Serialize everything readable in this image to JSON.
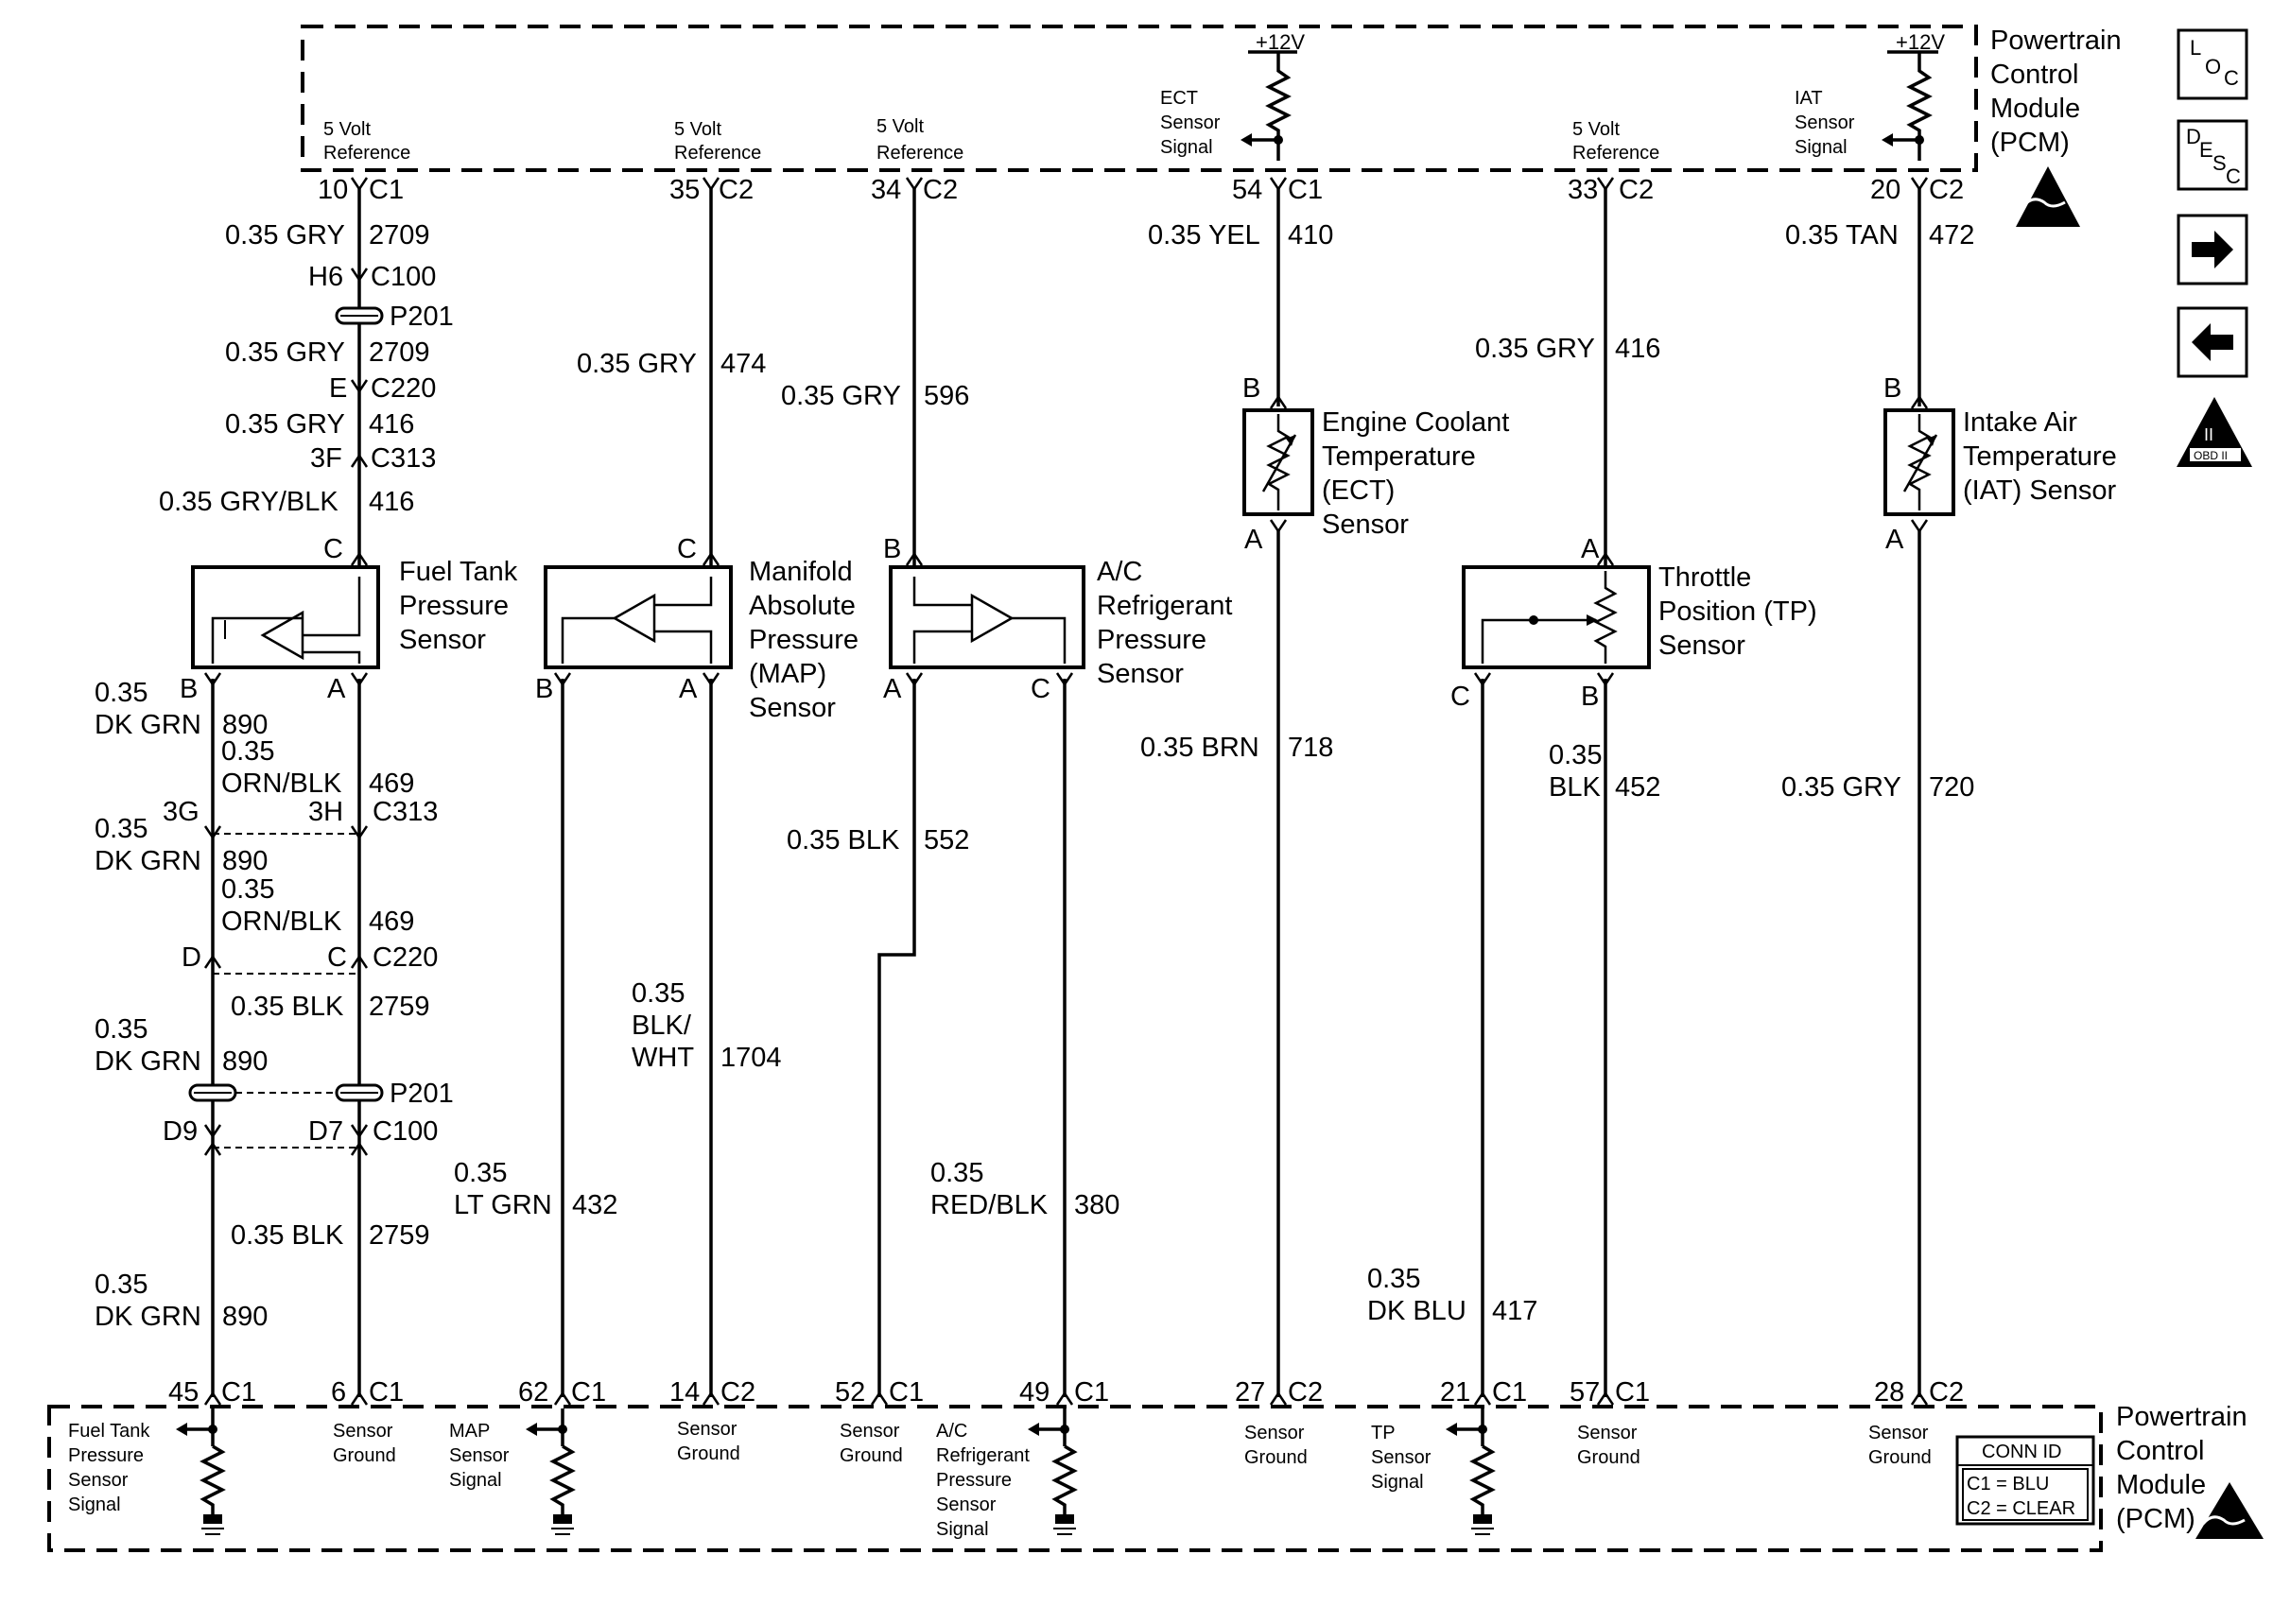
{
  "pcm_label": [
    "Powertrain",
    "Control",
    "Module",
    "(PCM)"
  ],
  "supply": "+12V",
  "top_pins": [
    {
      "ref": [
        "5 Volt",
        "Reference"
      ],
      "pin": "10",
      "conn": "C1"
    },
    {
      "ref": [
        "5 Volt",
        "Reference"
      ],
      "pin": "35",
      "conn": "C2"
    },
    {
      "ref": [
        "5 Volt",
        "Reference"
      ],
      "pin": "34",
      "conn": "C2"
    },
    {
      "ref": [
        "ECT",
        "Sensor",
        "Signal"
      ],
      "pin": "54",
      "conn": "C1"
    },
    {
      "ref": [
        "5 Volt",
        "Reference"
      ],
      "pin": "33",
      "conn": "C2"
    },
    {
      "ref": [
        "IAT",
        "Sensor",
        "Signal"
      ],
      "pin": "20",
      "conn": "C2"
    }
  ],
  "bottom_pins": [
    {
      "label": [
        "Fuel Tank",
        "Pressure",
        "Sensor",
        "Signal"
      ],
      "pin": "45",
      "conn": "C1"
    },
    {
      "label": [
        "Sensor",
        "Ground"
      ],
      "pin": "6",
      "conn": "C1"
    },
    {
      "label": [
        "MAP",
        "Sensor",
        "Signal"
      ],
      "pin": "62",
      "conn": "C1"
    },
    {
      "label": [
        "Sensor",
        "Ground"
      ],
      "pin": "14",
      "conn": "C2"
    },
    {
      "label": [
        "Sensor",
        "Ground"
      ],
      "pin": "52",
      "conn": "C1"
    },
    {
      "label": [
        "A/C",
        "Refrigerant",
        "Pressure",
        "Sensor",
        "Signal"
      ],
      "pin": "49",
      "conn": "C1"
    },
    {
      "label": [
        "Sensor",
        "Ground"
      ],
      "pin": "27",
      "conn": "C2"
    },
    {
      "label": [
        "TP",
        "Sensor",
        "Signal"
      ],
      "pin": "21",
      "conn": "C1"
    },
    {
      "label": [
        "Sensor",
        "Ground"
      ],
      "pin": "57",
      "conn": "C1"
    },
    {
      "label": [
        "Sensor",
        "Ground"
      ],
      "pin": "28",
      "conn": "C2"
    }
  ],
  "sensors": {
    "fuel_tank": {
      "name": [
        "Fuel Tank",
        "Pressure",
        "Sensor"
      ],
      "pins": [
        "C",
        "B",
        "A"
      ]
    },
    "map": {
      "name": [
        "Manifold",
        "Absolute",
        "Pressure",
        "(MAP)",
        "Sensor"
      ],
      "pins": [
        "C",
        "B",
        "A"
      ]
    },
    "ac": {
      "name": [
        "A/C",
        "Refrigerant",
        "Pressure",
        "Sensor"
      ],
      "pins": [
        "B",
        "A",
        "C"
      ]
    },
    "ect": {
      "name": [
        "Engine Coolant",
        "Temperature",
        "(ECT)",
        "Sensor"
      ],
      "pins": [
        "B",
        "A"
      ]
    },
    "tp": {
      "name": [
        "Throttle",
        "Position (TP)",
        "Sensor"
      ],
      "pins": [
        "A",
        "C",
        "B"
      ]
    },
    "iat": {
      "name": [
        "Intake Air",
        "Temperature",
        "(IAT) Sensor"
      ],
      "pins": [
        "B",
        "A"
      ]
    }
  },
  "wires": [
    {
      "id": "w-2709-a",
      "lines": [
        "0.35 GRY",
        "2709"
      ]
    },
    {
      "id": "w-2709-b",
      "lines": [
        "0.35 GRY",
        "2709"
      ]
    },
    {
      "id": "w-416-a",
      "lines": [
        "0.35 GRY",
        "416"
      ]
    },
    {
      "id": "w-416-b",
      "lines": [
        "0.35 GRY/BLK",
        "416"
      ]
    },
    {
      "id": "w-474",
      "lines": [
        "0.35 GRY",
        "474"
      ]
    },
    {
      "id": "w-596",
      "lines": [
        "0.35 GRY",
        "596"
      ]
    },
    {
      "id": "w-410",
      "lines": [
        "0.35 YEL",
        "410"
      ]
    },
    {
      "id": "w-416-c",
      "lines": [
        "0.35 GRY",
        "416"
      ]
    },
    {
      "id": "w-472",
      "lines": [
        "0.35 TAN",
        "472"
      ]
    },
    {
      "id": "w-890-a",
      "lines": [
        "0.35",
        "DK GRN",
        "890"
      ]
    },
    {
      "id": "w-469-a",
      "lines": [
        "0.35",
        "ORN/BLK",
        "469"
      ]
    },
    {
      "id": "w-890-b",
      "lines": [
        "0.35",
        "DK GRN",
        "890"
      ]
    },
    {
      "id": "w-469-b",
      "lines": [
        "0.35",
        "ORN/BLK",
        "469"
      ]
    },
    {
      "id": "w-2759-a",
      "lines": [
        "0.35 BLK",
        "2759"
      ]
    },
    {
      "id": "w-890-c",
      "lines": [
        "0.35",
        "DK GRN",
        "890"
      ]
    },
    {
      "id": "w-2759-b",
      "lines": [
        "0.35 BLK",
        "2759"
      ]
    },
    {
      "id": "w-890-d",
      "lines": [
        "0.35",
        "DK GRN",
        "890"
      ]
    },
    {
      "id": "w-432",
      "lines": [
        "0.35",
        "LT GRN",
        "432"
      ]
    },
    {
      "id": "w-1704",
      "lines": [
        "0.35",
        "BLK/",
        "WHT",
        "1704"
      ]
    },
    {
      "id": "w-552",
      "lines": [
        "0.35 BLK",
        "552"
      ]
    },
    {
      "id": "w-380",
      "lines": [
        "0.35",
        "RED/BLK",
        "380"
      ]
    },
    {
      "id": "w-718",
      "lines": [
        "0.35 BRN",
        "718"
      ]
    },
    {
      "id": "w-417",
      "lines": [
        "0.35",
        "DK BLU",
        "417"
      ]
    },
    {
      "id": "w-452",
      "lines": [
        "0.35",
        "BLK",
        "452"
      ]
    },
    {
      "id": "w-720",
      "lines": [
        "0.35 GRY",
        "720"
      ]
    }
  ],
  "connectors": {
    "h6": "H6",
    "c100": "C100",
    "p201": "P201",
    "e": "E",
    "c220": "C220",
    "c3f": "3F",
    "c313": "C313",
    "c3g": "3G",
    "c3h": "3H",
    "d": "D",
    "c": "C",
    "d9": "D9",
    "d7": "D7"
  },
  "conn_id": {
    "title": "CONN ID",
    "c1": "C1 = BLU",
    "c2": "C2 = CLEAR"
  },
  "symbols": {
    "loc": "L O C",
    "desc": "D E S C",
    "obd": "OBD II"
  }
}
